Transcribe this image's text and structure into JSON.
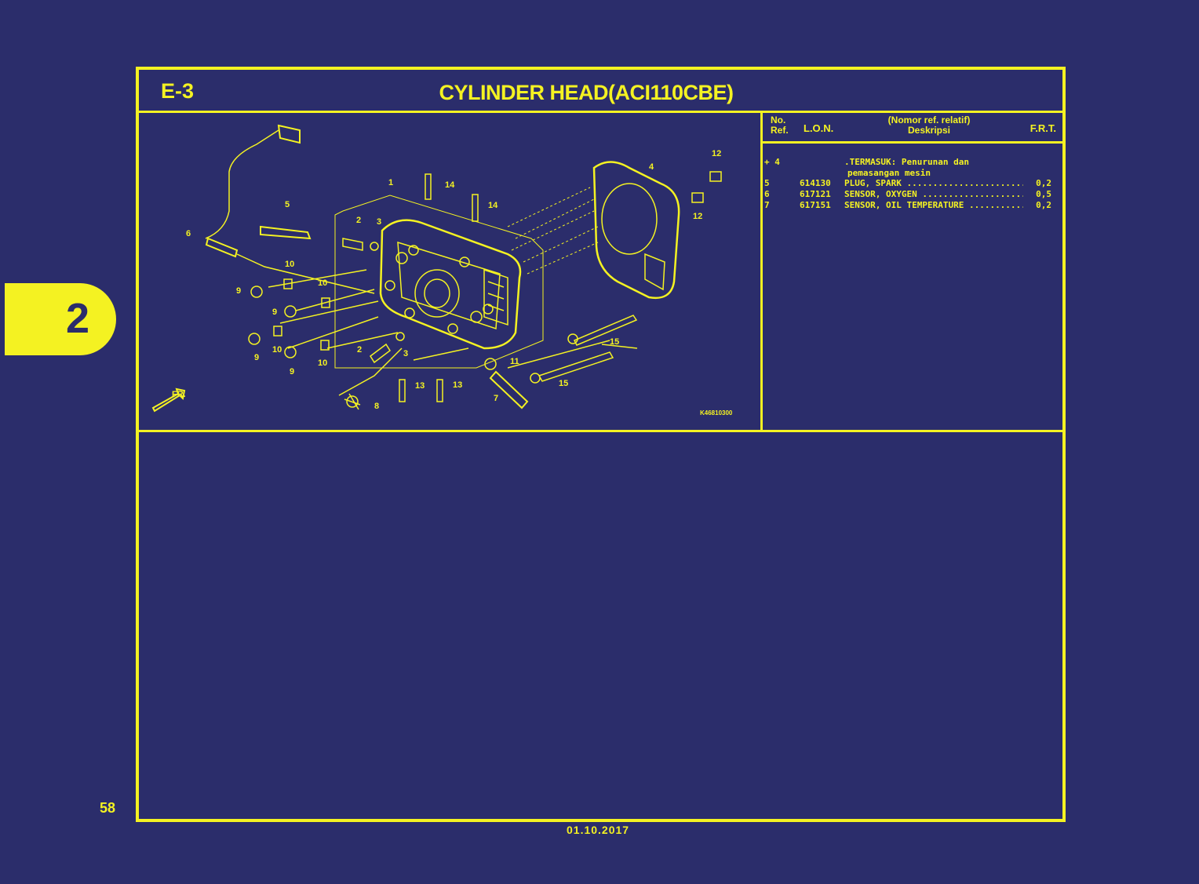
{
  "header": {
    "section_code": "E-3",
    "title": "CYLINDER HEAD(ACI110CBE)"
  },
  "parts_table": {
    "headers": {
      "ref_line1": "No.",
      "ref_line2": "Ref.",
      "lon": "L.O.N.",
      "desc_line1": "(Nomor ref. relatif)",
      "desc_line2": "Deskripsi",
      "frt": "F.R.T."
    },
    "note": {
      "ref": "+ 4",
      "line1": ".TERMASUK: Penurunan dan",
      "line2": "pemasangan mesin"
    },
    "rows": [
      {
        "ref": "5",
        "lon": "614130",
        "desc": "PLUG, SPARK",
        "frt": "0,2"
      },
      {
        "ref": "6",
        "lon": "617121",
        "desc": "SENSOR, OXYGEN",
        "frt": "0,5"
      },
      {
        "ref": "7",
        "lon": "617151",
        "desc": "SENSOR, OIL TEMPERATURE",
        "frt": "0,2"
      }
    ]
  },
  "diagram": {
    "callouts": [
      "1",
      "2",
      "3",
      "4",
      "5",
      "6",
      "7",
      "8",
      "9",
      "10",
      "11",
      "12",
      "13",
      "14",
      "15"
    ],
    "code": "K46810300",
    "fr_label": "FR."
  },
  "chapter_tab": "2",
  "page_number": "58",
  "print_date": "01.10.2017",
  "colors": {
    "background": "#2b2d6b",
    "accent": "#f4f222"
  }
}
